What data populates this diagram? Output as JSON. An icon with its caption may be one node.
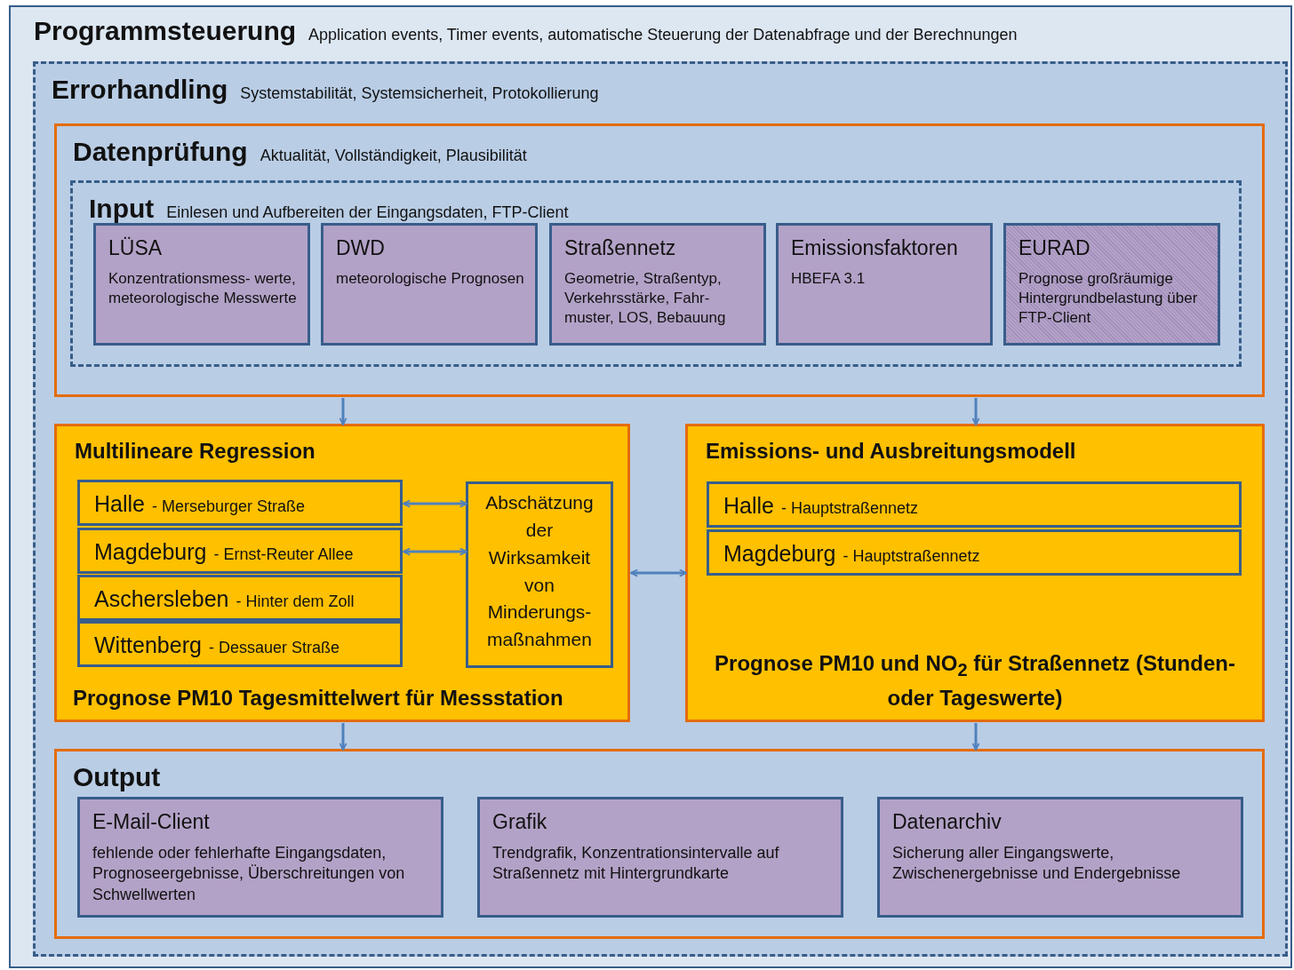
{
  "diagram": {
    "nodes": [
      {
        "text": [
          "Programmsteuerung",
          "Application events, Timer events, automatische Steuerung der Datenabfrage und der Berechnungen"
        ]
      },
      {
        "text": [
          "Errorhandling",
          "Systemstabilität, Systemsicherheit, Protokollierung"
        ],
        "in": 0
      },
      {
        "text": [
          "Datenprüfung",
          "Aktualität, Vollständigkeit, Plausibilität"
        ],
        "in": 1
      },
      {
        "text": [
          "Input",
          "Einlesen und Aufbereiten der Eingangsdaten, FTP-Client"
        ],
        "in": 2
      },
      {
        "text": [
          "LÜSA",
          "Konzentrationsmess- werte, meteorologische Messwerte"
        ],
        "in": 3
      },
      {
        "text": [
          "DWD",
          "meteorologische Prognosen"
        ],
        "in": 3
      },
      {
        "text": [
          "Straßennetz",
          "Geometrie, Straßentyp, Verkehrsstärke, Fahr- muster, LOS, Bebauung"
        ],
        "in": 3
      },
      {
        "text": [
          "Emissionsfaktoren",
          "HBEFA 3.1"
        ],
        "in": 3
      },
      {
        "text": [
          "EURAD",
          "Prognose großräumige Hintergrundbelastung über FTP-Client"
        ],
        "in": 3
      },
      {
        "text": [
          "Multilineare Regression",
          "Prognose PM10 Tagesmittelwert für Messstation"
        ],
        "in": 1
      },
      {
        "text": [
          "Halle",
          "- Merseburger Straße"
        ],
        "in": 9
      },
      {
        "text": [
          "Magdeburg",
          "- Ernst-Reuter Allee"
        ],
        "in": 9
      },
      {
        "text": [
          "Aschersleben",
          "- Hinter dem Zoll"
        ],
        "in": 9
      },
      {
        "text": [
          "Wittenberg",
          "- Dessauer Straße"
        ],
        "in": 9
      },
      {
        "text": [
          "Abschätzung der Wirksamkeit von Minderungs- maßnahmen"
        ],
        "in": 9
      },
      {
        "text": [
          "Emissions- und Ausbreitungsmodell",
          "Prognose PM10 und NO$_{2}$ für Straßennetz (Stunden- oder Tageswerte)"
        ],
        "in": 1
      },
      {
        "text": [
          "Halle",
          "- Hauptstraßennetz"
        ],
        "in": 15
      },
      {
        "text": [
          "Magdeburg",
          "- Hauptstraßennetz"
        ],
        "in": 15
      },
      {
        "text": [
          "Output"
        ],
        "in": 1
      },
      {
        "text": [
          "E-Mail-Client",
          "fehlende oder fehlerhafte Eingangsdaten, Prognoseergebnisse, Überschreitungen von Schwellwerten"
        ],
        "in": 18
      },
      {
        "text": [
          "Grafik",
          "Trendgrafik, Konzentrationsintervalle auf Straßennetz mit Hintergrundkarte"
        ],
        "in": 18
      },
      {
        "text": [
          "Datenarchiv",
          "Sicherung aller Eingangswerte, Zwischenergebnisse und Endergebnisse"
        ],
        "in": 18
      }
    ],
    "edges": [
      {
        "from": 2,
        "to": 9,
        "arrow": "to"
      },
      {
        "from": 2,
        "to": 15,
        "arrow": "to"
      },
      {
        "from": 9,
        "to": 18,
        "arrow": "to"
      },
      {
        "from": 15,
        "to": 18,
        "arrow": "to"
      },
      {
        "from": 10,
        "to": 14,
        "arrow": "both"
      },
      {
        "from": 11,
        "to": 14,
        "arrow": "both"
      },
      {
        "from": 9,
        "to": 15,
        "arrow": "both"
      }
    ]
  }
}
